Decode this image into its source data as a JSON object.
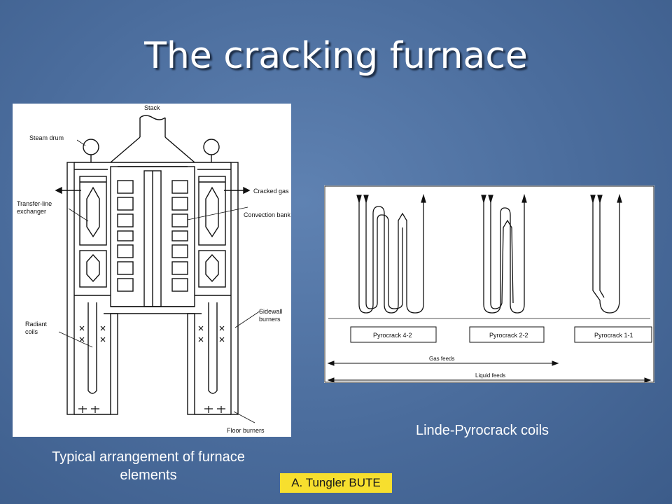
{
  "slide": {
    "title": "The cracking furnace",
    "footer": "A. Tungler BUTE"
  },
  "furnace_figure": {
    "caption": "Typical arrangement of furnace elements",
    "labels": {
      "stack": "Stack",
      "steam_drum": "Steam drum",
      "transfer_line_exchanger_1": "Transfer-line",
      "transfer_line_exchanger_2": "exchanger",
      "cracked_gas": "Cracked gas",
      "convection_bank": "Convection bank",
      "sidewall_burners_1": "Sidewall",
      "sidewall_burners_2": "burners",
      "radiant_coils_1": "Radiant",
      "radiant_coils_2": "coils",
      "floor_burners": "Floor burners"
    }
  },
  "coils_figure": {
    "caption": "Linde-Pyrocrack coils",
    "coil_types": [
      "Pyrocrack 4-2",
      "Pyrocrack 2-2",
      "Pyrocrack 1-1"
    ],
    "gas_feeds": "Gas feeds",
    "liquid_feeds": "Liquid feeds"
  },
  "colors": {
    "background": "#4a6c9c",
    "footer_bg": "#f7df2e"
  }
}
